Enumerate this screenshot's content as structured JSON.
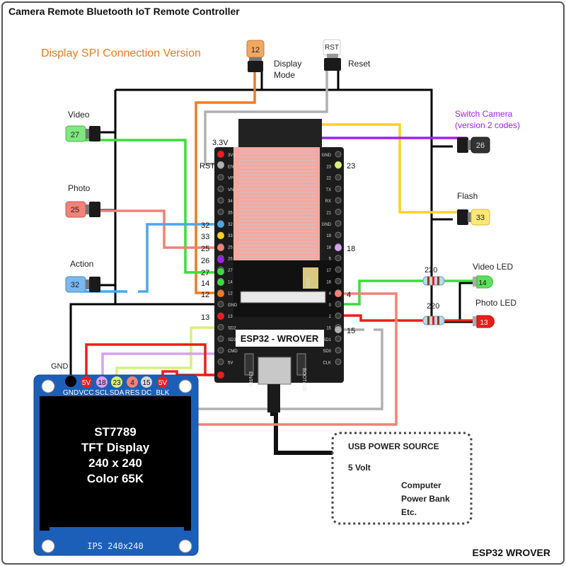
{
  "title": "Camera Remote Bluetooth IoT Remote Controller",
  "subtitle": "Display SPI Connection Version",
  "footer": "ESP32 WROVER",
  "module_label": "ESP32 - WROVER",
  "colors": {
    "orange": "#f07a1e",
    "green": "#3ddc3d",
    "red": "#ee1c1c",
    "salmon": "#f08278",
    "blue": "#4aa8e8",
    "yellow": "#ffd21e",
    "purple": "#a020f0",
    "lime": "#d8f07a",
    "grey": "#b0b0b0",
    "pink": "#d8a0f0",
    "board": "#1c1c1c"
  },
  "buttons": {
    "display_mode": {
      "pin": "12",
      "label_line1": "Display",
      "label_line2": "Mode"
    },
    "reset": {
      "pin": "RST",
      "label": "Reset"
    },
    "video": {
      "pin": "27",
      "label": "Video"
    },
    "photo": {
      "pin": "25",
      "label": "Photo"
    },
    "action": {
      "pin": "32",
      "label": "Action"
    },
    "switch_camera": {
      "pin": "26",
      "label_line1": "Switch Camera",
      "label_line2": "(version 2 codes)"
    },
    "flash": {
      "pin": "33",
      "label": "Flash"
    }
  },
  "leds": {
    "video": {
      "pin": "14",
      "label": "Video LED",
      "resistor": "220"
    },
    "photo": {
      "pin": "13",
      "label": "Photo LED",
      "resistor": "220"
    }
  },
  "board_pins_left": [
    {
      "label": "3.3V",
      "pin": ""
    },
    {
      "label": "RST",
      "pin": ""
    },
    {
      "label": "32",
      "pin": ""
    },
    {
      "label": "33",
      "pin": ""
    },
    {
      "label": "25",
      "pin": ""
    },
    {
      "label": "26",
      "pin": ""
    },
    {
      "label": "27",
      "pin": ""
    },
    {
      "label": "14",
      "pin": ""
    },
    {
      "label": "12",
      "pin": ""
    },
    {
      "label": "13",
      "pin": ""
    }
  ],
  "board_pins_right": [
    {
      "label": "23"
    },
    {
      "label": "18"
    },
    {
      "label": "4"
    },
    {
      "label": "15"
    }
  ],
  "board_silk_left": [
    "3V3",
    "EN",
    "VP",
    "VN",
    "34",
    "35",
    "32",
    "33",
    "25",
    "26",
    "27",
    "14",
    "12",
    "GND",
    "13",
    "SD2",
    "SD3",
    "CMD",
    "5V"
  ],
  "board_silk_right": [
    "GND",
    "23",
    "22",
    "TX",
    "RX",
    "21",
    "GND",
    "19",
    "18",
    "5",
    "17",
    "16",
    "4",
    "0",
    "2",
    "15",
    "SD1",
    "SD0",
    "CLK"
  ],
  "board_button_left": "EN/RS",
  "board_button_right": "BOOT/IO0",
  "gnd_label": "GND",
  "display": {
    "header_pins": [
      "GND",
      "VCC",
      "SCL",
      "SDA",
      "RES",
      "DC",
      "BLK"
    ],
    "pin_bubbles": [
      "5V",
      "18",
      "23",
      "4",
      "15",
      "5V"
    ],
    "line1": "ST7789",
    "line2": "TFT Display",
    "line3": "240 x 240",
    "line4": "Color 65K",
    "bottom_label": "IPS 240x240"
  },
  "power": {
    "title": "USB POWER SOURCE",
    "voltage": "5 Volt",
    "line1": "Computer",
    "line2": "Power Bank",
    "line3": "Etc."
  }
}
